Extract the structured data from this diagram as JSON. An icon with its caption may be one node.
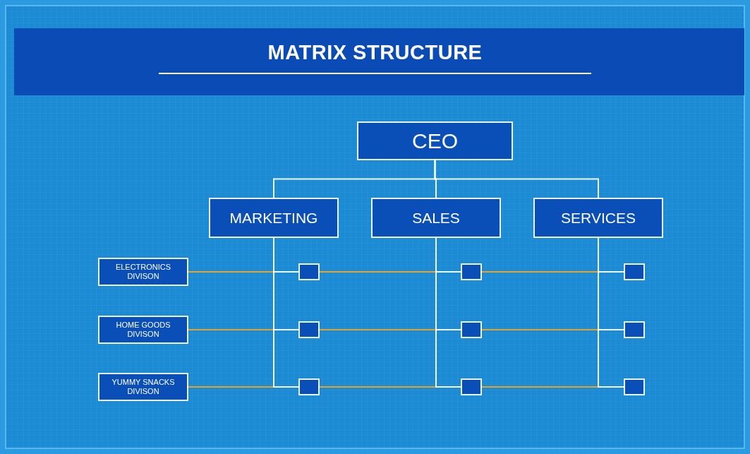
{
  "diagram": {
    "title": "MATRIX STRUCTURE",
    "nodes": [
      {
        "text": [
          "CEO"
        ]
      },
      {
        "text": [
          "MARKETING"
        ]
      },
      {
        "text": [
          "SALES"
        ]
      },
      {
        "text": [
          "SERVICES"
        ]
      },
      {
        "text": [
          "ELECTRONICS DIVISON"
        ]
      },
      {
        "text": [
          "HOME GOODS DIVISON"
        ]
      },
      {
        "text": [
          "YUMMY SNACKS DIVISON"
        ]
      },
      {
        "text": [],
        "shape": "box"
      },
      {
        "text": [],
        "shape": "box"
      },
      {
        "text": [],
        "shape": "box"
      },
      {
        "text": [],
        "shape": "box"
      },
      {
        "text": [],
        "shape": "box"
      },
      {
        "text": [],
        "shape": "box"
      },
      {
        "text": [],
        "shape": "box"
      },
      {
        "text": [],
        "shape": "box"
      },
      {
        "text": [],
        "shape": "box"
      }
    ],
    "edges": [
      {
        "from": 0,
        "to": 1,
        "arrow": "none"
      },
      {
        "from": 0,
        "to": 2,
        "arrow": "none"
      },
      {
        "from": 0,
        "to": 3,
        "arrow": "none"
      },
      {
        "from": 1,
        "to": 7,
        "arrow": "none"
      },
      {
        "from": 1,
        "to": 10,
        "arrow": "none"
      },
      {
        "from": 1,
        "to": 13,
        "arrow": "none"
      },
      {
        "from": 2,
        "to": 8,
        "arrow": "none"
      },
      {
        "from": 2,
        "to": 11,
        "arrow": "none"
      },
      {
        "from": 2,
        "to": 14,
        "arrow": "none"
      },
      {
        "from": 3,
        "to": 9,
        "arrow": "none"
      },
      {
        "from": 3,
        "to": 12,
        "arrow": "none"
      },
      {
        "from": 3,
        "to": 15,
        "arrow": "none"
      },
      {
        "from": 4,
        "to": 7,
        "arrow": "none",
        "color": "#e8a224"
      },
      {
        "from": 7,
        "to": 8,
        "arrow": "none",
        "color": "#e8a224"
      },
      {
        "from": 8,
        "to": 9,
        "arrow": "none",
        "color": "#e8a224"
      },
      {
        "from": 5,
        "to": 10,
        "arrow": "none",
        "color": "#e8a224"
      },
      {
        "from": 10,
        "to": 11,
        "arrow": "none",
        "color": "#e8a224"
      },
      {
        "from": 11,
        "to": 12,
        "arrow": "none",
        "color": "#e8a224"
      },
      {
        "from": 6,
        "to": 13,
        "arrow": "none",
        "color": "#e8a224"
      },
      {
        "from": 13,
        "to": 14,
        "arrow": "none",
        "color": "#e8a224"
      },
      {
        "from": 14,
        "to": 15,
        "arrow": "none",
        "color": "#e8a224"
      }
    ]
  }
}
